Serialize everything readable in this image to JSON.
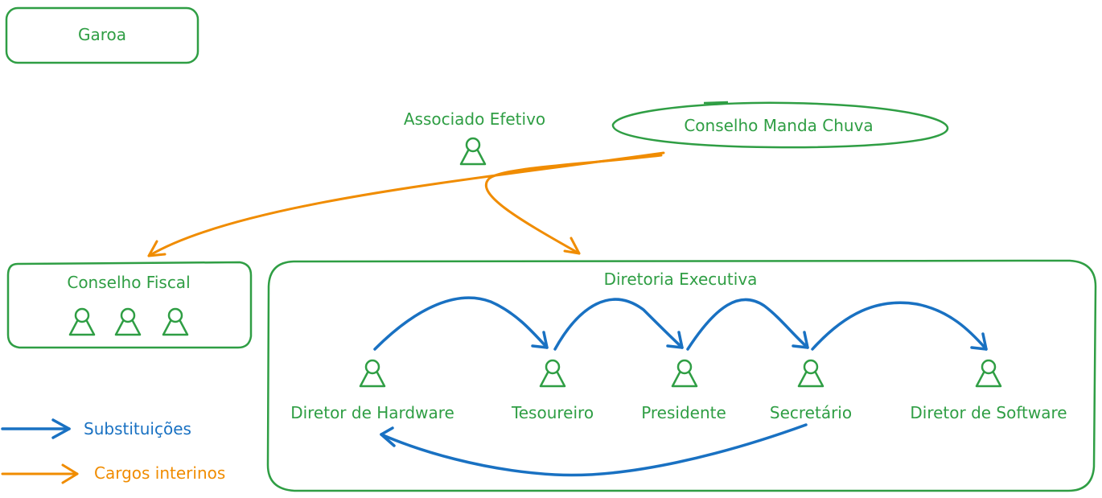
{
  "title": "Garoa",
  "nodes": {
    "associado": "Associado Efetivo",
    "conselho_manda_chuva": "Conselho Manda Chuva",
    "conselho_fiscal": "Conselho Fiscal",
    "diretoria_executiva": "Diretoria Executiva"
  },
  "roles": [
    "Diretor de Hardware",
    "Tesoureiro",
    "Presidente",
    "Secretário",
    "Diretor de Software"
  ],
  "legend": {
    "substituicoes": "Substituições",
    "cargos_interinos": "Cargos interinos"
  },
  "colors": {
    "green": "#2f9e44",
    "blue": "#1971c2",
    "orange": "#f08c00"
  }
}
